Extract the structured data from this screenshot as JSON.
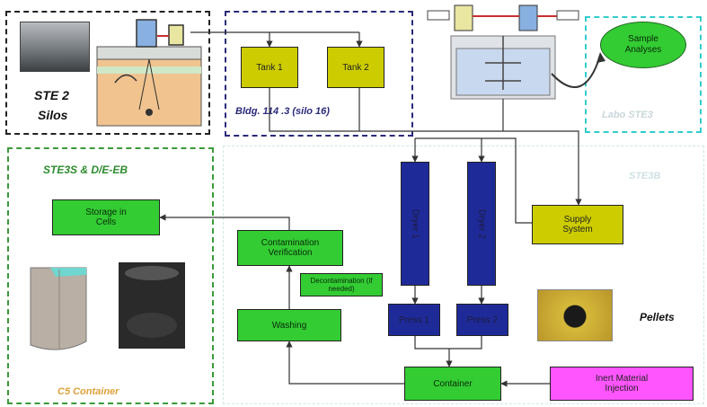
{
  "regions": {
    "ste2": {
      "title_line1": "STE 2",
      "title_line2": "Silos"
    },
    "bldg": {
      "title": "Bldg. 114 .3 (silo 16)"
    },
    "labo": {
      "title": "Labo STE3"
    },
    "ste3s": {
      "title": "STE3S & D/E-EB",
      "container_label": "C5 Container"
    },
    "ste3b": {
      "title": "STE3B"
    }
  },
  "nodes": {
    "tank1": "Tank 1",
    "tank2": "Tank 2",
    "sample_analyses": "Sample Analyses",
    "supply_system": "Supply System",
    "dryer1": "Dryer 1",
    "dryer2": "Dryer 2",
    "press1": "Press 1",
    "press2": "Press 2",
    "container": "Container",
    "inert_material": "Inert Material Injection",
    "washing": "Washing",
    "decontamination": "Decontamination (if needed)",
    "contamination_verification": "Contamination Verification",
    "storage_cells": "Storage in Cells",
    "pellets": "Pellets"
  },
  "colors": {
    "process_green": "#33cc33",
    "tank_yellow": "#cccc00",
    "dryer_navy": "#1f2a99",
    "inert_pink": "#ff55ff",
    "oval_green": "#33cc33",
    "frame_black": "#222222",
    "frame_green": "#3a9a3a",
    "frame_cyan": "#33cccc",
    "frame_navy": "#2a2a7a"
  }
}
